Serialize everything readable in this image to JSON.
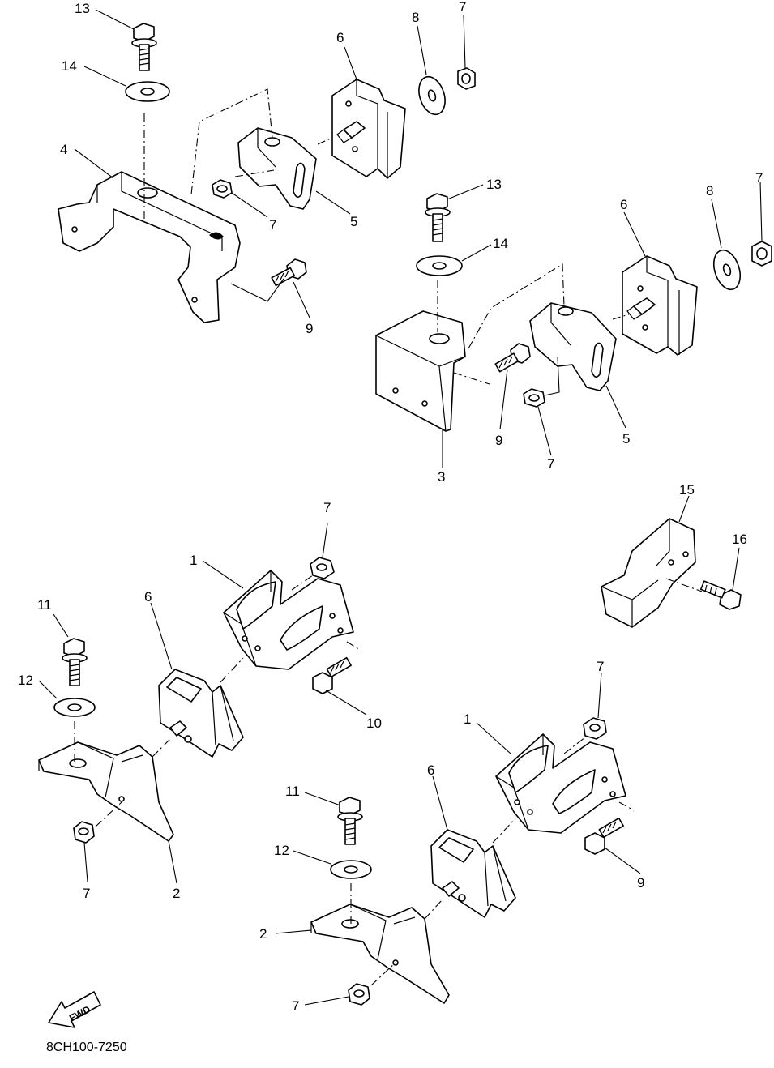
{
  "callouts": {
    "c1": "1",
    "c2": "2",
    "c3": "3",
    "c4": "4",
    "c5": "5",
    "c6": "6",
    "c7": "7",
    "c8": "8",
    "c9": "9",
    "c10": "10",
    "c11": "11",
    "c12": "12",
    "c13": "13",
    "c14": "14",
    "c15": "15",
    "c16": "16"
  },
  "fwd_label": "FWD",
  "diagram_code": "8CH100-7250"
}
